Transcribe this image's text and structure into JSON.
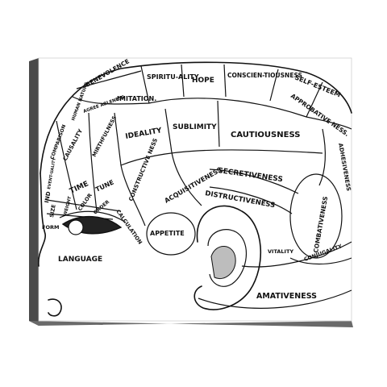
{
  "canvas_print": {
    "regions": [
      {
        "id": "benevolence",
        "label": "BENEVOLENCE"
      },
      {
        "id": "spirituality",
        "label": "SPIRITU-ALITY."
      },
      {
        "id": "hope",
        "label": "HOPE"
      },
      {
        "id": "conscientiousness",
        "label": "CONSCIEN-TIOUSNESS"
      },
      {
        "id": "self-esteem",
        "label": "SELF-ESTEEM"
      },
      {
        "id": "approbativeness",
        "label": "APPROBATIVE NESS."
      },
      {
        "id": "imitation",
        "label": "IMITATION."
      },
      {
        "id": "human-nature",
        "label": "HUMAN NATURE"
      },
      {
        "id": "agreeableness",
        "label": "AGREE ABLENESS"
      },
      {
        "id": "comparison",
        "label": "COMPARISON"
      },
      {
        "id": "causality",
        "label": "CAUSALITY"
      },
      {
        "id": "mirthfulness",
        "label": "MIRTHFULNESS"
      },
      {
        "id": "ideality",
        "label": "IDEALITY"
      },
      {
        "id": "sublimity",
        "label": "SUBLIMITY"
      },
      {
        "id": "cautiousness",
        "label": "CAUTIOUSNESS"
      },
      {
        "id": "adhesiveness",
        "label": "ADHESIVENESS"
      },
      {
        "id": "eventuality",
        "label": "EVENT-UALITY"
      },
      {
        "id": "time",
        "label": "TIME"
      },
      {
        "id": "tune",
        "label": "TUNE"
      },
      {
        "id": "constructiveness",
        "label": "CONSTRUCTIVE NESS"
      },
      {
        "id": "acquisitiveness",
        "label": "ACQUISITIVENESS"
      },
      {
        "id": "secretiveness",
        "label": "SECRETIVENESS"
      },
      {
        "id": "destructiveness",
        "label": "DISTRUCTIVENESS"
      },
      {
        "id": "combativeness",
        "label": "COMBATIVENESS"
      },
      {
        "id": "individuality",
        "label": "IND"
      },
      {
        "id": "size",
        "label": "SIZE"
      },
      {
        "id": "weight",
        "label": "WEIGHT"
      },
      {
        "id": "color",
        "label": "COLOR"
      },
      {
        "id": "order",
        "label": "ORDER"
      },
      {
        "id": "calculation",
        "label": "CALCULATION"
      },
      {
        "id": "form",
        "label": "FORM"
      },
      {
        "id": "appetite",
        "label": "APPETITE"
      },
      {
        "id": "vitality",
        "label": "VITALITY"
      },
      {
        "id": "conjugality",
        "label": "CONJUGALITY"
      },
      {
        "id": "language",
        "label": "LANGUAGE"
      },
      {
        "id": "amativeness",
        "label": "AMATIVENESS"
      }
    ]
  }
}
